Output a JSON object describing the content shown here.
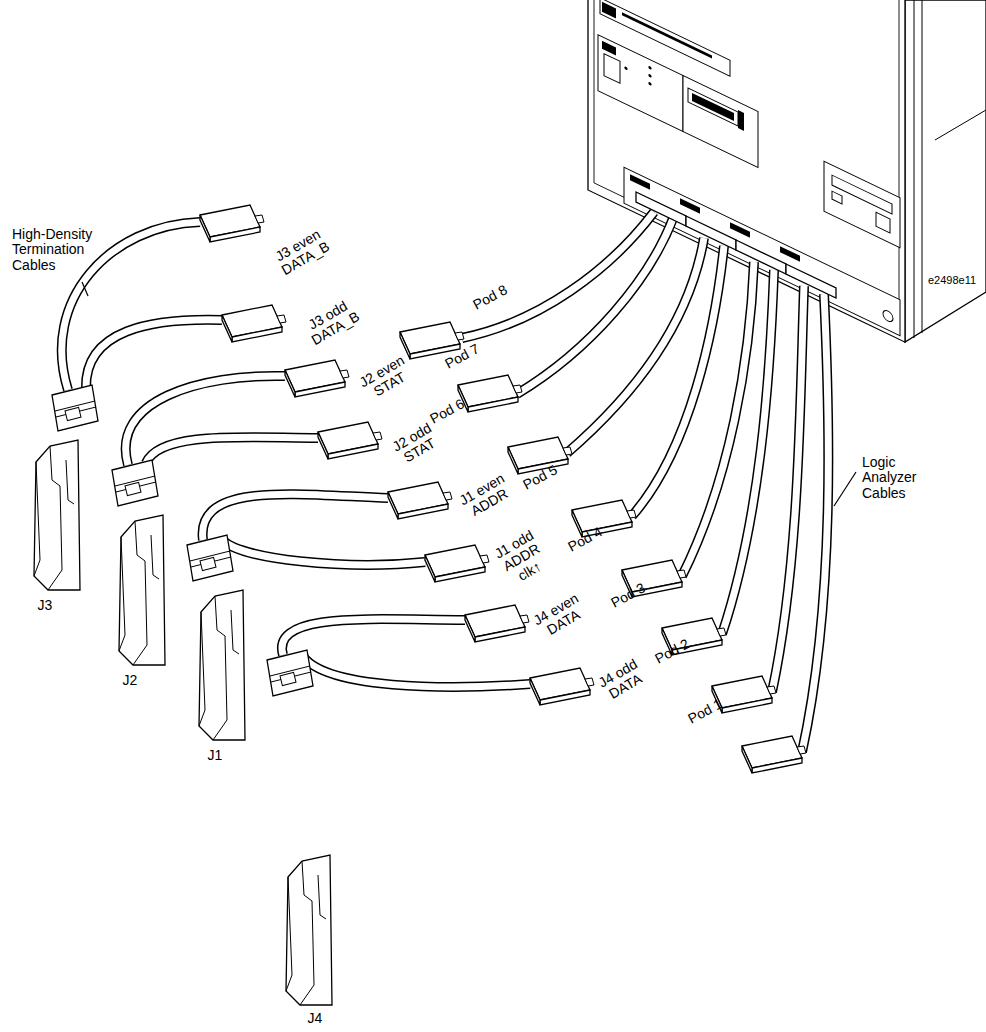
{
  "diagram": {
    "labels": [
      "High-Density Termination Cables",
      "Logic Analyzer Cables",
      "e2498e11",
      "Pod 8",
      "Pod 7",
      "Pod 6",
      "Pod 5",
      "Pod 4",
      "Pod 3",
      "Pod 2",
      "Pod 1",
      "J3 even DATA_B",
      "J3 odd DATA_B",
      "J2 even STAT",
      "J2 odd STAT",
      "J1 even ADDR",
      "J1 odd ADDR clk↑",
      "J4 even DATA",
      "J4 odd DATA",
      "J3",
      "J2",
      "J1",
      "J4"
    ]
  }
}
